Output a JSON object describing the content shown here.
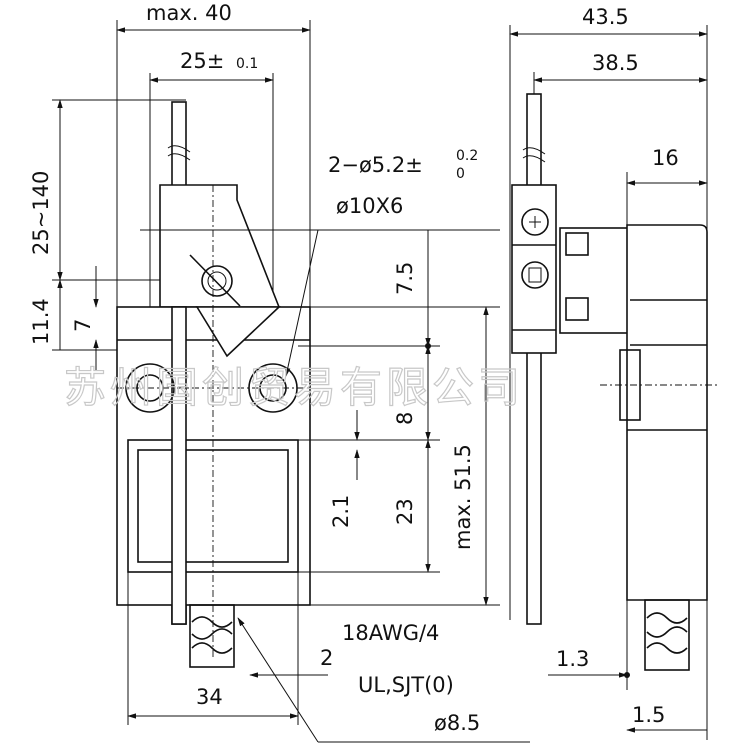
{
  "dimensions": {
    "max_width": "max. 40",
    "pitch_base": "25±",
    "pitch_tol": "0.1",
    "lever_range": "25~140",
    "dim_11_4": "11.4",
    "dim_7": "7",
    "dim_7_5": "7.5",
    "dim_8": "8",
    "dim_2_1": "2.1",
    "dim_23": "23",
    "max_height": "max. 51.5",
    "base_width": "34",
    "side_total": "43.5",
    "side_body": "38.5",
    "side_16": "16",
    "side_1_3": "1.3",
    "side_1_5": "1.5",
    "holes_spec": "2−ø5.2±",
    "holes_tol_upper": "0.2",
    "holes_tol_lower": "0",
    "roller_spec": "ø10X6",
    "cable_gauge": "18AWG/4",
    "cable_super": "2",
    "cable_type": "UL,SJT(0)",
    "cable_dia": "ø8.5"
  },
  "watermark": "苏州国创贸易有限公司",
  "icons": [
    "mounting-hole-icon",
    "roller-icon",
    "cable-coil-icon",
    "dimension-arrow-icon"
  ]
}
